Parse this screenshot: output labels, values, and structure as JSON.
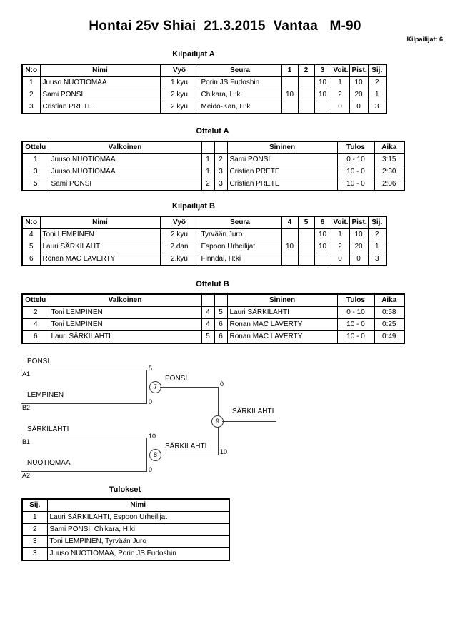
{
  "header": {
    "title": "Hontai 25v Shiai  21.3.2015  Vantaa   M-90",
    "competitor_count_label": "Kilpailijat: 6"
  },
  "pools": [
    {
      "caption": "Kilpailijat A",
      "columns": [
        "N:o",
        "Nimi",
        "Vyö",
        "Seura",
        "1",
        "2",
        "3",
        "Voit.",
        "Pist.",
        "Sij."
      ],
      "rows": [
        {
          "no": "1",
          "name": "Juuso NUOTIOMAA",
          "belt": "1.kyu",
          "club": "Porin JS Fudoshin",
          "m1": "",
          "m2": "",
          "m3": "10",
          "wins": "1",
          "points": "10",
          "rank": "2"
        },
        {
          "no": "2",
          "name": "Sami PONSI",
          "belt": "2.kyu",
          "club": "Chikara, H:ki",
          "m1": "10",
          "m2": "",
          "m3": "10",
          "wins": "2",
          "points": "20",
          "rank": "1"
        },
        {
          "no": "3",
          "name": "Cristian PRETE",
          "belt": "2.kyu",
          "club": "Meido-Kan, H:ki",
          "m1": "",
          "m2": "",
          "m3": "",
          "wins": "0",
          "points": "0",
          "rank": "3"
        }
      ]
    },
    {
      "caption": "Kilpailijat B",
      "columns": [
        "N:o",
        "Nimi",
        "Vyö",
        "Seura",
        "4",
        "5",
        "6",
        "Voit.",
        "Pist.",
        "Sij."
      ],
      "rows": [
        {
          "no": "4",
          "name": "Toni  LEMPINEN",
          "belt": "2.kyu",
          "club": "Tyrvään Juro",
          "m1": "",
          "m2": "",
          "m3": "10",
          "wins": "1",
          "points": "10",
          "rank": "2"
        },
        {
          "no": "5",
          "name": "Lauri SÄRKILAHTI",
          "belt": "2.dan",
          "club": "Espoon Urheilijat",
          "m1": "10",
          "m2": "",
          "m3": "10",
          "wins": "2",
          "points": "20",
          "rank": "1"
        },
        {
          "no": "6",
          "name": "Ronan MAC LAVERTY",
          "belt": "2.kyu",
          "club": "Finndai, H:ki",
          "m1": "",
          "m2": "",
          "m3": "",
          "wins": "0",
          "points": "0",
          "rank": "3"
        }
      ]
    }
  ],
  "matches": [
    {
      "caption": "Ottelut A",
      "columns": [
        "Ottelu",
        "Valkoinen",
        "",
        "",
        "Sininen",
        "Tulos",
        "Aika"
      ],
      "rows": [
        {
          "match": "1",
          "white": "Juuso NUOTIOMAA",
          "white_no": "1",
          "blue_no": "2",
          "blue": "Sami PONSI",
          "result": "0 - 10",
          "time": "3:15"
        },
        {
          "match": "3",
          "white": "Juuso NUOTIOMAA",
          "white_no": "1",
          "blue_no": "3",
          "blue": "Cristian PRETE",
          "result": "10 - 0",
          "time": "2:30"
        },
        {
          "match": "5",
          "white": "Sami PONSI",
          "white_no": "2",
          "blue_no": "3",
          "blue": "Cristian PRETE",
          "result": "10 - 0",
          "time": "2:06"
        }
      ]
    },
    {
      "caption": "Ottelut B",
      "columns": [
        "Ottelu",
        "Valkoinen",
        "",
        "",
        "Sininen",
        "Tulos",
        "Aika"
      ],
      "rows": [
        {
          "match": "2",
          "white": "Toni  LEMPINEN",
          "white_no": "4",
          "blue_no": "5",
          "blue": "Lauri SÄRKILAHTI",
          "result": "0 - 10",
          "time": "0:58"
        },
        {
          "match": "4",
          "white": "Toni  LEMPINEN",
          "white_no": "4",
          "blue_no": "6",
          "blue": "Ronan MAC LAVERTY",
          "result": "10 - 0",
          "time": "0:25"
        },
        {
          "match": "6",
          "white": "Lauri SÄRKILAHTI",
          "white_no": "5",
          "blue_no": "6",
          "blue": "Ronan MAC LAVERTY",
          "result": "10 - 0",
          "time": "0:49"
        }
      ]
    }
  ],
  "bracket": {
    "entrants": [
      {
        "name": "PONSI",
        "seed": "A1",
        "score": "5"
      },
      {
        "name": "LEMPINEN",
        "seed": "B2",
        "score": "0"
      },
      {
        "name": "SÄRKILAHTI",
        "seed": "B1",
        "score": "10"
      },
      {
        "name": "NUOTIOMAA",
        "seed": "A2",
        "score": "0"
      }
    ],
    "semifinals": [
      {
        "node": "7",
        "winner": "PONSI",
        "final_score": "0"
      },
      {
        "node": "8",
        "winner": "SÄRKILAHTI",
        "final_score": "10"
      }
    ],
    "final": {
      "node": "9",
      "winner": "SÄRKILAHTI"
    }
  },
  "results": {
    "caption": "Tulokset",
    "columns": [
      "Sij.",
      "Nimi"
    ],
    "rows": [
      {
        "rank": "1",
        "name": "Lauri SÄRKILAHTI, Espoon Urheilijat"
      },
      {
        "rank": "2",
        "name": "Sami PONSI, Chikara, H:ki"
      },
      {
        "rank": "3",
        "name": "Toni  LEMPINEN, Tyrvään Juro"
      },
      {
        "rank": "3",
        "name": "Juuso NUOTIOMAA, Porin JS Fudoshin"
      }
    ]
  }
}
